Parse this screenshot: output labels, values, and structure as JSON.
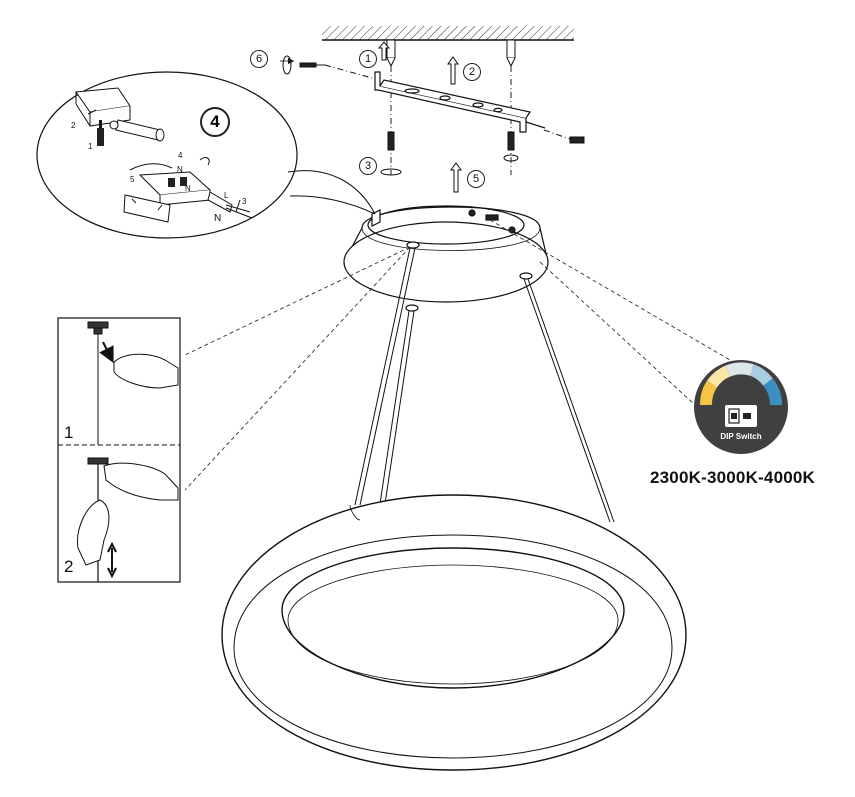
{
  "steps": {
    "s1": "1",
    "s2": "2",
    "s3": "3",
    "s4": "4",
    "s5": "5",
    "s6": "6"
  },
  "wiring": {
    "n1": "1",
    "n2": "2",
    "n3": "3",
    "n4": "4",
    "n5": "5",
    "l": "L",
    "n": "N",
    "n_a": "N",
    "n_b": "N"
  },
  "panels": {
    "top": "1",
    "bottom": "2"
  },
  "dip": {
    "label": "DIP Switch",
    "colors": [
      "#f5c445",
      "#fbe7a5",
      "#dfe6ea",
      "#a9cde0",
      "#3d8fc2"
    ]
  },
  "temperatures": "2300K-3000K-4000K"
}
